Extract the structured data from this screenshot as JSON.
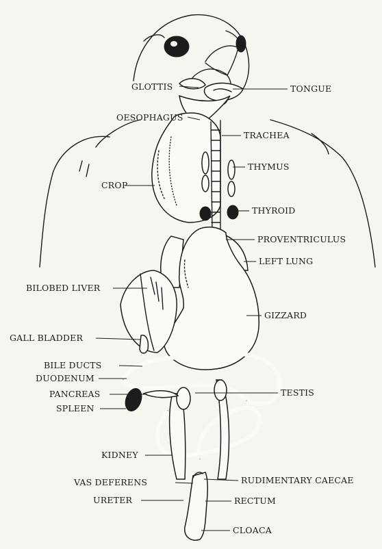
{
  "labels": {
    "glottis": "GLOTTIS",
    "tongue": "TONGUE",
    "oesophagus": "OESOPHAGUS",
    "trachea": "TRACHEA",
    "thymus": "THYMUS",
    "crop": "CROP",
    "thyroid": "THYROID",
    "proventriculus": "PROVENTRICULUS",
    "left_lung": "LEFT LUNG",
    "bilobed_liver": "BILOBED LIVER",
    "gizzard": "GIZZARD",
    "gall_bladder": "GALL BLADDER",
    "bile_ducts": "BILE  DUCTS",
    "duodenum": "DUODENUM",
    "pancreas": "PANCREAS",
    "testis": "TESTIS",
    "spleen": "SPLEEN",
    "kidney": "KIDNEY",
    "vas_deferens": "VAS DEFERENS",
    "rudimentary_caecae": "RUDIMENTARY CAECAE",
    "ureter": "URETER",
    "rectum": "RECTUM",
    "cloaca": "CLOACA"
  }
}
